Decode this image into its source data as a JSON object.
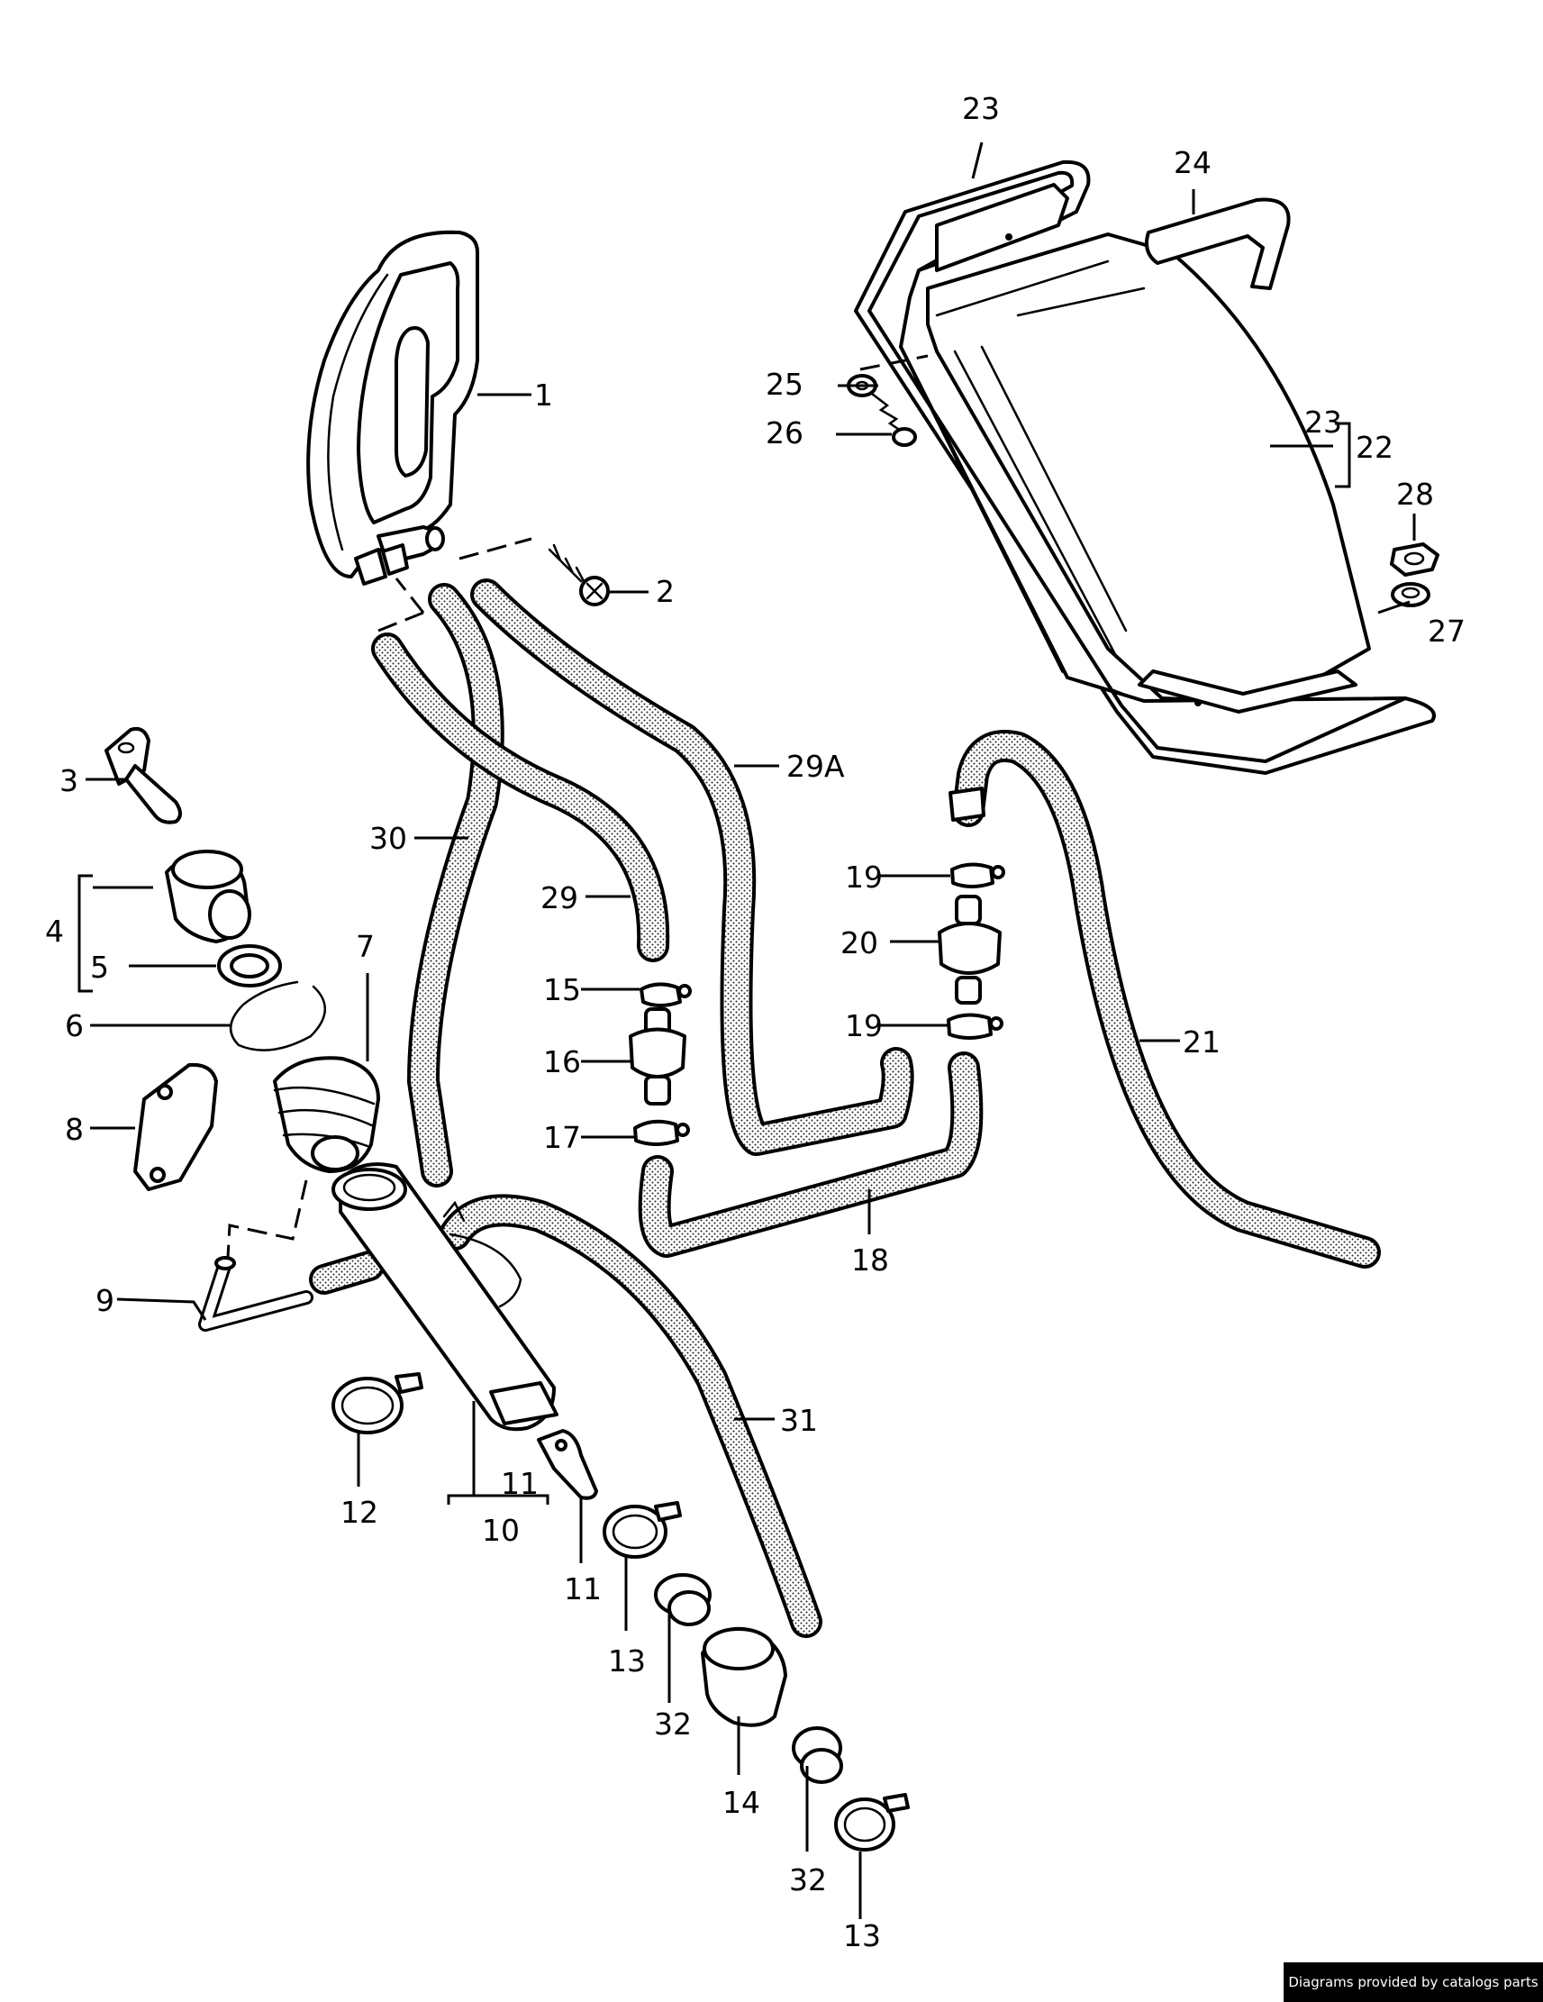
{
  "colors": {
    "line": "#000000",
    "hose_fill": "#d8d8d8",
    "background": "#ffffff"
  },
  "callouts": [
    "1",
    "2",
    "3",
    "4",
    "5",
    "6",
    "7",
    "8",
    "9",
    "10",
    "11",
    "11",
    "12",
    "13",
    "13",
    "14",
    "15",
    "16",
    "17",
    "18",
    "19",
    "19",
    "20",
    "21",
    "22",
    "23",
    "23",
    "24",
    "25",
    "26",
    "27",
    "28",
    "29",
    "29A",
    "30",
    "31",
    "32",
    "32"
  ],
  "credit": "Diagrams provided by catalogs parts"
}
